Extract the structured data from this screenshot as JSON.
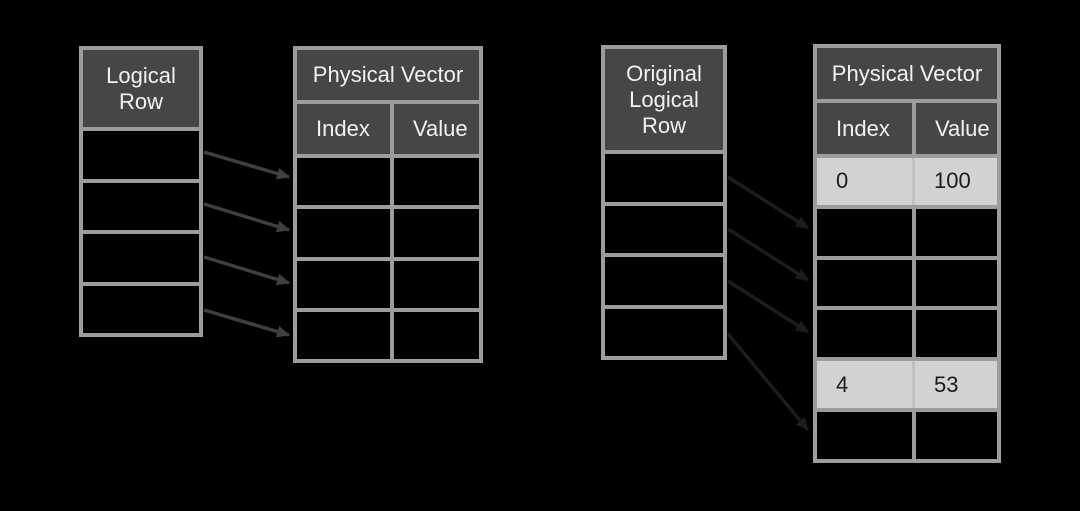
{
  "colors": {
    "bg": "#000000",
    "table_border": "#9c9c9c",
    "header_bg": "#464646",
    "header_text": "#f2f2f2",
    "highlight_bg": "#d2d2d2",
    "highlight_text": "#1b1b1b",
    "arrow_left": "#3f3f42",
    "arrow_right": "#1c1c1c"
  },
  "left_diagram": {
    "logical_table": {
      "title": "Logical Row",
      "rows": [
        "",
        "",
        "",
        ""
      ]
    },
    "physical_table": {
      "title": "Physical Vector",
      "columns": {
        "index": "Index",
        "value": "Value"
      },
      "rows": [
        {
          "index": "",
          "value": "",
          "highlighted": false
        },
        {
          "index": "",
          "value": "",
          "highlighted": false
        },
        {
          "index": "",
          "value": "",
          "highlighted": false
        },
        {
          "index": "",
          "value": "",
          "highlighted": false
        }
      ]
    },
    "arrows": [
      {
        "from_row": 0,
        "to_row": 0
      },
      {
        "from_row": 1,
        "to_row": 1
      },
      {
        "from_row": 2,
        "to_row": 2
      },
      {
        "from_row": 3,
        "to_row": 3
      }
    ]
  },
  "right_diagram": {
    "logical_table": {
      "title": "Original Logical Row",
      "rows": [
        "",
        "",
        "",
        ""
      ]
    },
    "physical_table": {
      "title": "Physical Vector",
      "columns": {
        "index": "Index",
        "value": "Value"
      },
      "rows": [
        {
          "index": "0",
          "value": "100",
          "highlighted": true
        },
        {
          "index": "",
          "value": "",
          "highlighted": false
        },
        {
          "index": "",
          "value": "",
          "highlighted": false
        },
        {
          "index": "",
          "value": "",
          "highlighted": false
        },
        {
          "index": "4",
          "value": "53",
          "highlighted": true
        },
        {
          "index": "",
          "value": "",
          "highlighted": false
        }
      ]
    },
    "arrows": [
      {
        "from_row": 0,
        "to_row": 1
      },
      {
        "from_row": 1,
        "to_row": 2
      },
      {
        "from_row": 2,
        "to_row": 3
      },
      {
        "from_row": 3,
        "to_row": 5
      }
    ]
  }
}
